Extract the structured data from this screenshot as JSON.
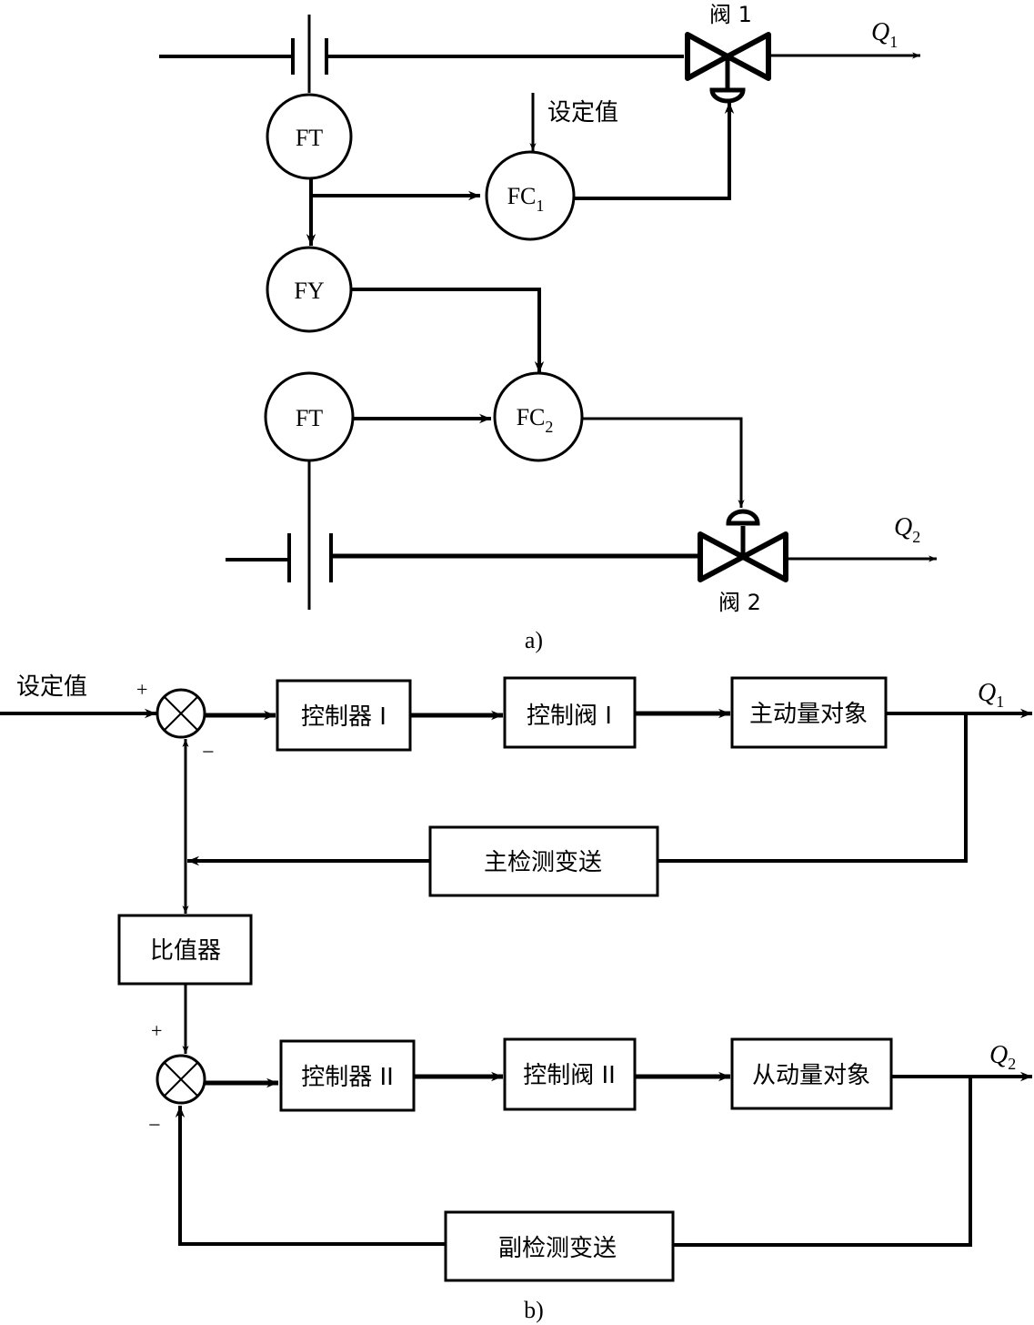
{
  "diagram_a": {
    "caption": "a)",
    "instruments": {
      "ft_top": "FT",
      "fc1_main": "FC",
      "fc1_sub": "1",
      "fy": "FY",
      "ft_bottom": "FT",
      "fc2_main": "FC",
      "fc2_sub": "2"
    },
    "setpoint_label": "设定值",
    "valve1_label": "阀 1",
    "valve2_label": "阀 2",
    "q1_main": "Q",
    "q1_sub": "1",
    "q2_main": "Q",
    "q2_sub": "2"
  },
  "diagram_b": {
    "caption": "b)",
    "setpoint_label": "设定值",
    "plus_top": "+",
    "minus_top": "−",
    "plus_bottom": "+",
    "minus_bottom": "−",
    "blocks": {
      "controller1": "控制器 I",
      "valve1": "控制阀 I",
      "master_object": "主动量对象",
      "master_transmitter": "主检测变送",
      "ratio": "比值器",
      "controller2": "控制器 II",
      "valve2": "控制阀 II",
      "slave_object": "从动量对象",
      "slave_transmitter": "副检测变送"
    },
    "q1_main": "Q",
    "q1_sub": "1",
    "q2_main": "Q",
    "q2_sub": "2"
  }
}
